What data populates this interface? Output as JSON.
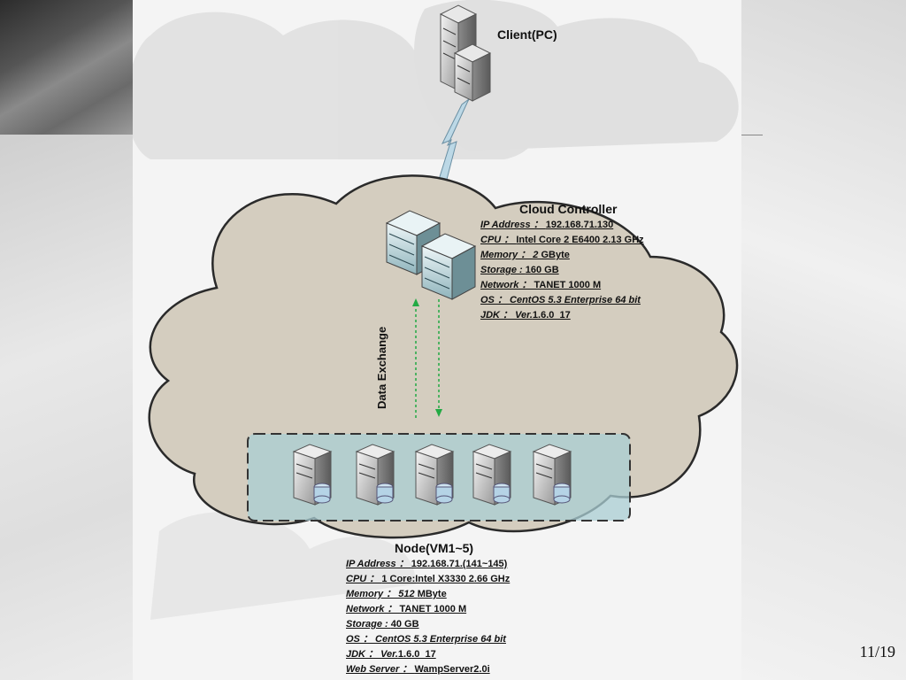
{
  "client": {
    "label": "Client(PC)"
  },
  "controller": {
    "title": "Cloud Controller",
    "specs": [
      {
        "key": "IP Address ： ",
        "value": "192.168.71.130"
      },
      {
        "key": "CPU ： ",
        "value": "Intel Core 2 E6400 2.13 GHz"
      },
      {
        "key": "Memory ： 2 ",
        "value": "GByte"
      },
      {
        "key": "Storage : ",
        "value": "160 GB"
      },
      {
        "key": "Network ： ",
        "value": "TANET 1000 M"
      },
      {
        "key": "OS ： CentOS 5.3 Enterprise 64 bit",
        "value": ""
      },
      {
        "key": "JDK ： Ver.",
        "value": "1.6.0_17"
      }
    ]
  },
  "data_exchange": {
    "label": "Data Exchange"
  },
  "node": {
    "title": "Node(VM1~5)",
    "specs": [
      {
        "key": "IP Address ： ",
        "value": "192.168.71.(141~145)"
      },
      {
        "key": "CPU ： ",
        "value": "1 Core:Intel X3330 2.66 GHz"
      },
      {
        "key": "Memory ： 512 ",
        "value": "MByte"
      },
      {
        "key": "Network ： ",
        "value": "TANET 1000 M"
      },
      {
        "key": "Storage : ",
        "value": "40 GB"
      },
      {
        "key": "OS ： CentOS 5.3 Enterprise 64 bit",
        "value": ""
      },
      {
        "key": "JDK ： Ver.",
        "value": "1.6.0_17"
      },
      {
        "key": "Web Server ： ",
        "value": "WampServer2.0i"
      }
    ],
    "vm_count": 5
  },
  "page": {
    "number": "11/19"
  },
  "colors": {
    "cloud_fill": "#d4cdbf",
    "cloud_stroke": "#2a2a2a",
    "node_box_fill": "#a9cdd3",
    "arrow_green": "#22aa44",
    "link_blue": "#9ec4d8"
  }
}
